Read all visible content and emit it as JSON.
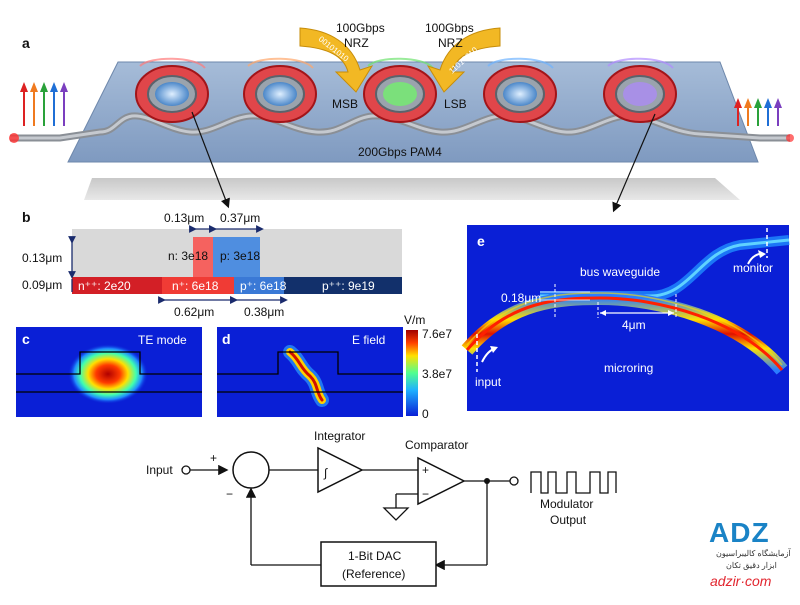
{
  "panel_a": {
    "label": "a",
    "left_signal": "100Gbps",
    "left_format": "NRZ",
    "right_signal": "100Gbps",
    "right_format": "NRZ",
    "left_bits": "00101010",
    "right_bits": "11010010",
    "msb": "MSB",
    "lsb": "LSB",
    "output": "200Gbps PAM4"
  },
  "panel_b": {
    "label": "b",
    "dim_top_left": "0.13μm",
    "dim_top_right": "0.37μm",
    "dim_height_rib": "0.13μm",
    "dim_height_slab": "0.09μm",
    "dim_bottom_left": "0.62μm",
    "dim_bottom_right": "0.38μm",
    "n_region": "n: 3e18",
    "p_region": "p: 3e18",
    "npp": "n⁺⁺: 2e20",
    "np": "n⁺: 6e18",
    "pp": "p⁺: 6e18",
    "ppp": "p⁺⁺: 9e19"
  },
  "panel_c": {
    "label": "c",
    "title": "TE mode"
  },
  "panel_d": {
    "label": "d",
    "title": "E field"
  },
  "colorbar": {
    "unit": "V/m",
    "max": "7.6e7",
    "mid": "3.8e7",
    "min": "0"
  },
  "panel_e": {
    "label": "e",
    "bus": "bus waveguide",
    "monitor": "monitor",
    "gap": "0.18μm",
    "length": "4μm",
    "input": "input",
    "ring": "microring"
  },
  "sigma_delta": {
    "input": "Input",
    "plus": "+",
    "minus": "−",
    "integrator": "Integrator",
    "integral_symbol": "∫",
    "comparator": "Comparator",
    "comp_plus": "+",
    "comp_minus": "−",
    "dac_line1": "1-Bit DAC",
    "dac_line2": "(Reference)",
    "output_line1": "Modulator",
    "output_line2": "Output"
  },
  "watermark": {
    "logo": "ADZ",
    "fa_line1": "آزمایشگاه کالیبراسیون",
    "fa_line2": "ابزار دقیق تکان",
    "url": "adzir·com"
  },
  "colors": {
    "chip": "#8fa9c8",
    "ring_red": "#d8262b",
    "arrow_gold": "#f2b824",
    "field_bg": "#0a1fd6",
    "npp": "#d31f26",
    "ppp": "#12306b",
    "brand_blue": "#1a83c6",
    "brand_red": "#e2262f"
  }
}
